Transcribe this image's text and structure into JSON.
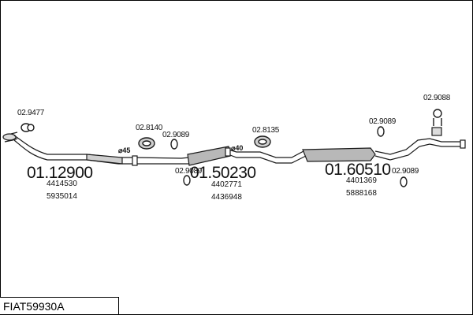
{
  "diagram": {
    "code": "FIAT59930A",
    "parts": {
      "front_pipe": {
        "number": "01.12900",
        "oem": [
          "4414530",
          "5935014"
        ]
      },
      "middle_silencer": {
        "number": "01.50230",
        "oem": [
          "4402771",
          "4436948"
        ]
      },
      "rear_silencer": {
        "number": "01.60510",
        "oem": [
          "4401369",
          "5888168"
        ]
      }
    },
    "accessories": {
      "gasket_front": "02.9477",
      "hanger_1": "02.8140",
      "ring_1": "02.9089",
      "ring_2": "02.9089",
      "hanger_2": "02.8135",
      "ring_3": "02.9089",
      "ring_4": "02.9089",
      "clamp_tail": "02.9088"
    },
    "diameters": {
      "d1": "⌀45",
      "d2": "⌀40"
    },
    "colors": {
      "line": "#1a1a1a",
      "fill": "#b8b8b8",
      "fill_light": "#dcdcdc",
      "text": "#111111"
    }
  }
}
